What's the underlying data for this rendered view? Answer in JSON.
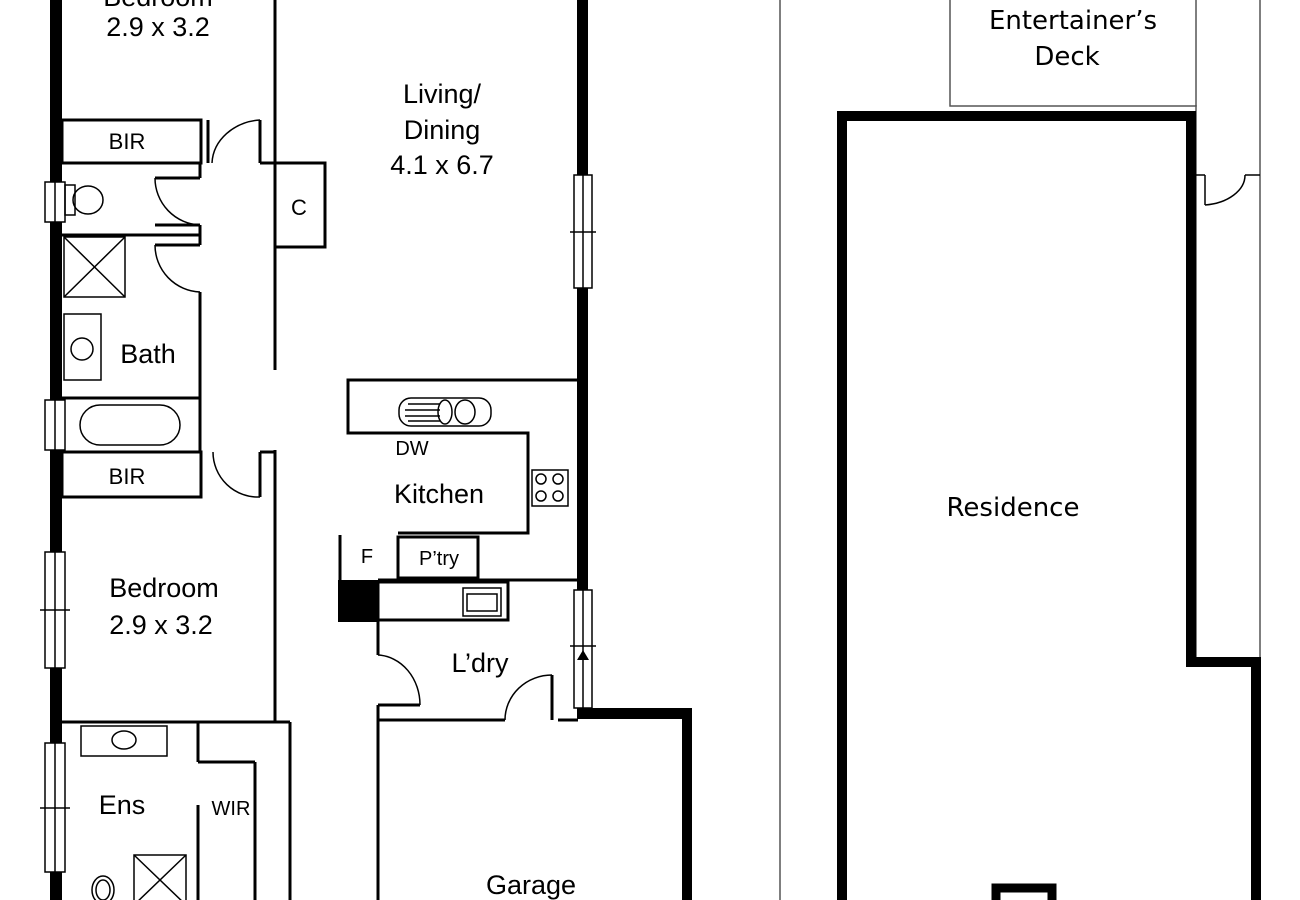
{
  "plan": {
    "rooms": {
      "bedroom_top": {
        "name": "Bedroom",
        "size": "2.9 x 3.2"
      },
      "living": {
        "name_line1": "Living/",
        "name_line2": "Dining",
        "size": "4.1 x 6.7"
      },
      "bir_top": "BIR",
      "closet": "C",
      "bath": "Bath",
      "bir_bottom": "BIR",
      "kitchen": "Kitchen",
      "dishwasher": "DW",
      "fridge": "F",
      "pantry": "P’try",
      "bedroom": {
        "name": "Bedroom",
        "size": "2.9 x 3.2"
      },
      "laundry": "L’dry",
      "ensuite": "Ens",
      "wir": "WIR",
      "garage": "Garage"
    },
    "site": {
      "deck_line1": "Entertainer’s",
      "deck_line2": "Deck",
      "residence": "Residence"
    }
  }
}
